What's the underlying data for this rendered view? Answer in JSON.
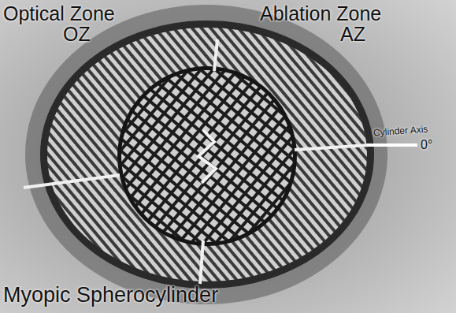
{
  "diagram": {
    "labels": [
      "Optical Zone",
      "OZ",
      "Ablation Zone",
      "AZ",
      "Cylinder Axis",
      "0°",
      "Myopic Spherocylinder"
    ]
  }
}
